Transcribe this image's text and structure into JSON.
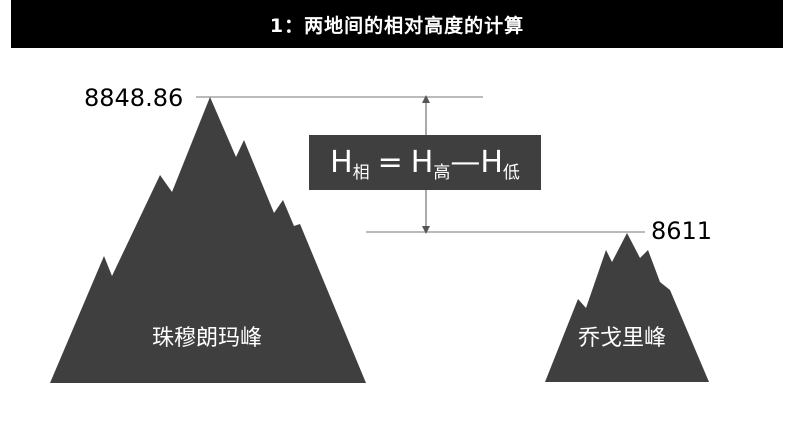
{
  "title": "1：两地间的相对高度的计算",
  "formula": {
    "h1": "H",
    "sub1": "相",
    "equals": "=",
    "h2": "H",
    "sub2": "高",
    "minus": "—",
    "h3": "H",
    "sub3": "低"
  },
  "mountains": [
    {
      "name": "珠穆朗玛峰",
      "height_label": "8848.86"
    },
    {
      "name": "乔戈里峰",
      "height_label": "8611"
    }
  ],
  "colors": {
    "title_bg": "#000000",
    "mountain": "#3f3f3f",
    "formula_bg": "#3f3f3f"
  }
}
